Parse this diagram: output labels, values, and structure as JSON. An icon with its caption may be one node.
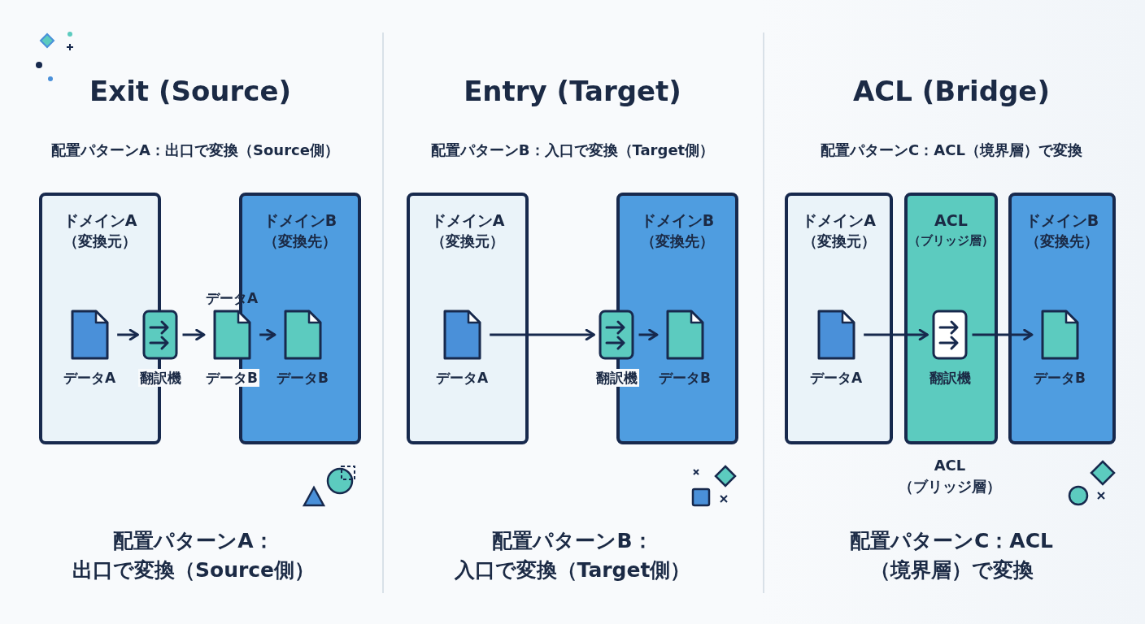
{
  "diagram": {
    "nodes": [
      {
        "text": [
          "ドメインA",
          "（変換元）"
        ]
      },
      {
        "text": [
          "ドメインB",
          "（変換先）"
        ]
      },
      {
        "text": [
          "データA"
        ],
        "in": 0
      },
      {
        "text": [
          "翻訳機"
        ]
      },
      {
        "text": [
          "データA",
          "データB"
        ]
      },
      {
        "text": [
          "データB"
        ],
        "in": 1
      },
      {
        "text": [
          "ドメインA",
          "（変換元）"
        ]
      },
      {
        "text": [
          "ドメインB",
          "（変換先）"
        ]
      },
      {
        "text": [
          "データA"
        ],
        "in": 6
      },
      {
        "text": [
          "翻訳機"
        ]
      },
      {
        "text": [
          "データB"
        ],
        "in": 7
      },
      {
        "text": [
          "ドメインA",
          "（変換元）"
        ]
      },
      {
        "text": [
          "ACL",
          "（ブリッジ層）"
        ]
      },
      {
        "text": [
          "ドメインB",
          "（変換先）"
        ]
      },
      {
        "text": [
          "データA"
        ],
        "in": 11
      },
      {
        "text": [
          "翻訳機"
        ],
        "in": 12
      },
      {
        "text": [
          "データB"
        ],
        "in": 13
      }
    ],
    "edges": [
      {
        "from": 2,
        "to": 3,
        "arrow": "to"
      },
      {
        "from": 3,
        "to": 4,
        "arrow": "to"
      },
      {
        "from": 4,
        "to": 5,
        "arrow": "to"
      },
      {
        "from": 8,
        "to": 9,
        "arrow": "to"
      },
      {
        "from": 9,
        "to": 10,
        "arrow": "to"
      },
      {
        "from": 14,
        "to": 15,
        "arrow": "to"
      },
      {
        "from": 15,
        "to": 16,
        "arrow": "to"
      }
    ],
    "labels": [
      "Exit (Source)",
      "Entry (Target)",
      "ACL (Bridge)",
      "配置パターンA：出口で変換（Source側）",
      "配置パターンB：入口で変換（Target側）",
      "配置パターンC：ACL（境界層）で変換",
      "ACL（ブリッジ層）",
      "配置パターンA：出口で変換（Source側）",
      "配置パターンB：入口で変換（Target側）",
      "配置パターンC：ACL（境界層）で変換"
    ]
  }
}
